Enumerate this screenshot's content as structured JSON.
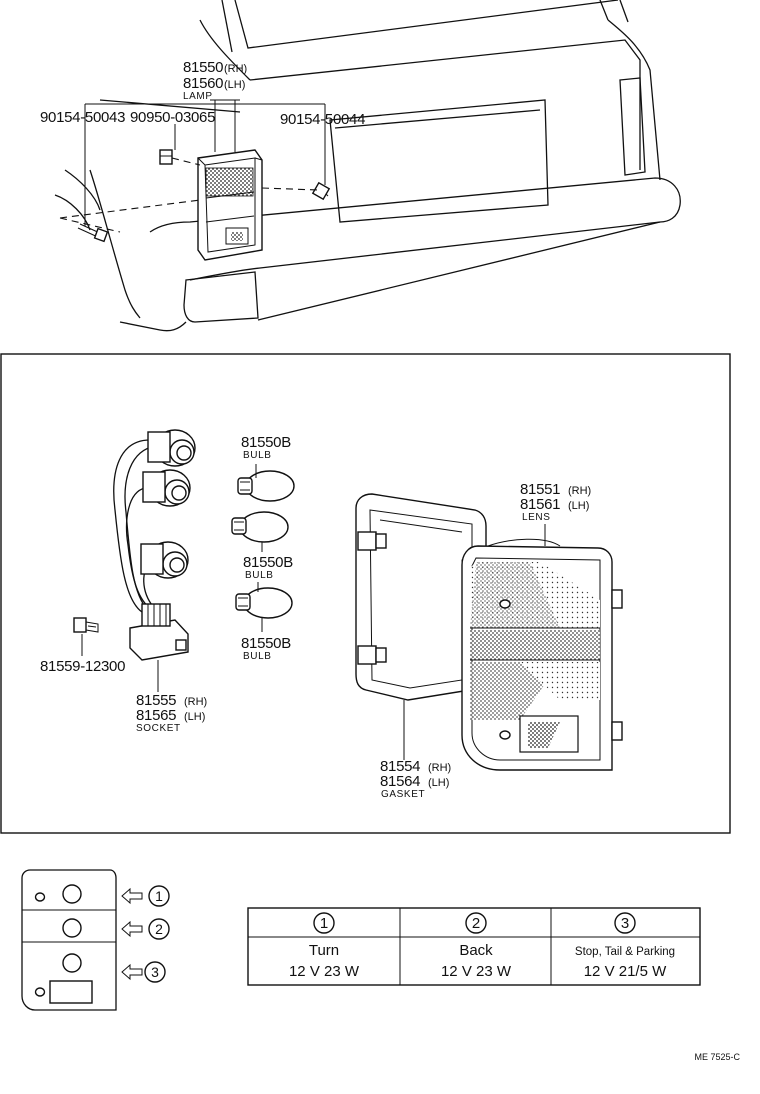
{
  "labels": {
    "lamp_rh": "81550",
    "lamp_rh_side": "(RH)",
    "lamp_lh": "81560",
    "lamp_lh_side": "(LH)",
    "lamp_name": "LAMP",
    "screw_left": "90154-50043",
    "clip": "90950-03065",
    "screw_right": "90154-50044",
    "bulb_1": "81550B",
    "bulb_1_name": "BULB",
    "bulb_2": "81550B",
    "bulb_2_name": "BULB",
    "bulb_3": "81550B",
    "bulb_3_name": "BULB",
    "lens_rh": "81551",
    "lens_rh_side": "(RH)",
    "lens_lh": "81561",
    "lens_lh_side": "(LH)",
    "lens_name": "LENS",
    "screw_socket": "81559-12300",
    "socket_rh": "81555",
    "socket_rh_side": "(RH)",
    "socket_lh": "81565",
    "socket_lh_side": "(LH)",
    "socket_name": "SOCKET",
    "gasket_rh": "81554",
    "gasket_rh_side": "(RH)",
    "gasket_lh": "81564",
    "gasket_lh_side": "(LH)",
    "gasket_name": "GASKET"
  },
  "legend": {
    "markers": [
      "1",
      "2",
      "3"
    ]
  },
  "bulb_table": {
    "columns": [
      {
        "num": "1",
        "name": "Turn",
        "spec": "12 V 23 W"
      },
      {
        "num": "2",
        "name": "Back",
        "spec": "12 V 23 W"
      },
      {
        "num": "3",
        "name": "Stop, Tail & Parking",
        "spec": "12 V 21/5 W"
      }
    ]
  },
  "drawing_code": "ME 7525-C"
}
